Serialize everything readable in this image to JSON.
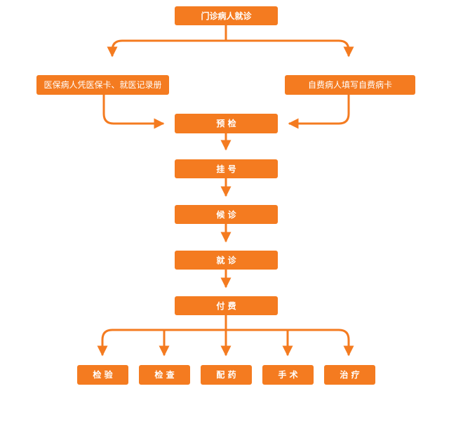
{
  "colors": {
    "accent": "#f47b20",
    "background": "#ffffff",
    "text": "#ffffff"
  },
  "flow": {
    "start": "门诊病人就诊",
    "insured_patient": "医保病人凭医保卡、就医记录册",
    "self_pay_patient": "自费病人填写自费病卡",
    "pre_check": "预  检",
    "registration": "挂  号",
    "triage": "候  诊",
    "consultation": "就  诊",
    "payment": "付  费",
    "services": [
      "检  验",
      "检  查",
      "配  药",
      "手  术",
      "治  疗"
    ]
  }
}
